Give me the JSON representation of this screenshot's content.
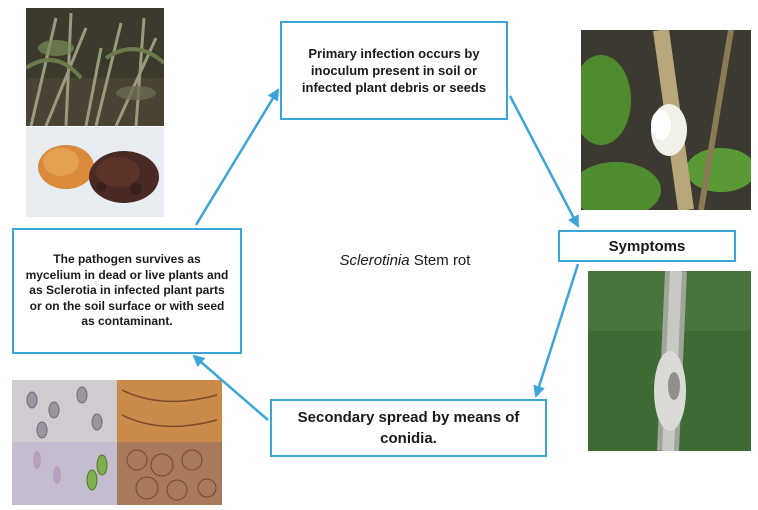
{
  "title": {
    "italic": "Sclerotinia",
    "rest": " Stem rot"
  },
  "boxes": {
    "primary": "Primary infection occurs by inoculum present in soil or infected plant debris or  seeds",
    "symptoms": "Symptoms",
    "secondary": "Secondary spread by means of conidia.",
    "survival": "The pathogen survives as mycelium in dead or live plants and as Sclerotia in infected plant parts or on the soil surface or with seed as contaminant."
  },
  "colors": {
    "arrow": "#3aa6d8",
    "box_border": "#3aa6d8"
  }
}
